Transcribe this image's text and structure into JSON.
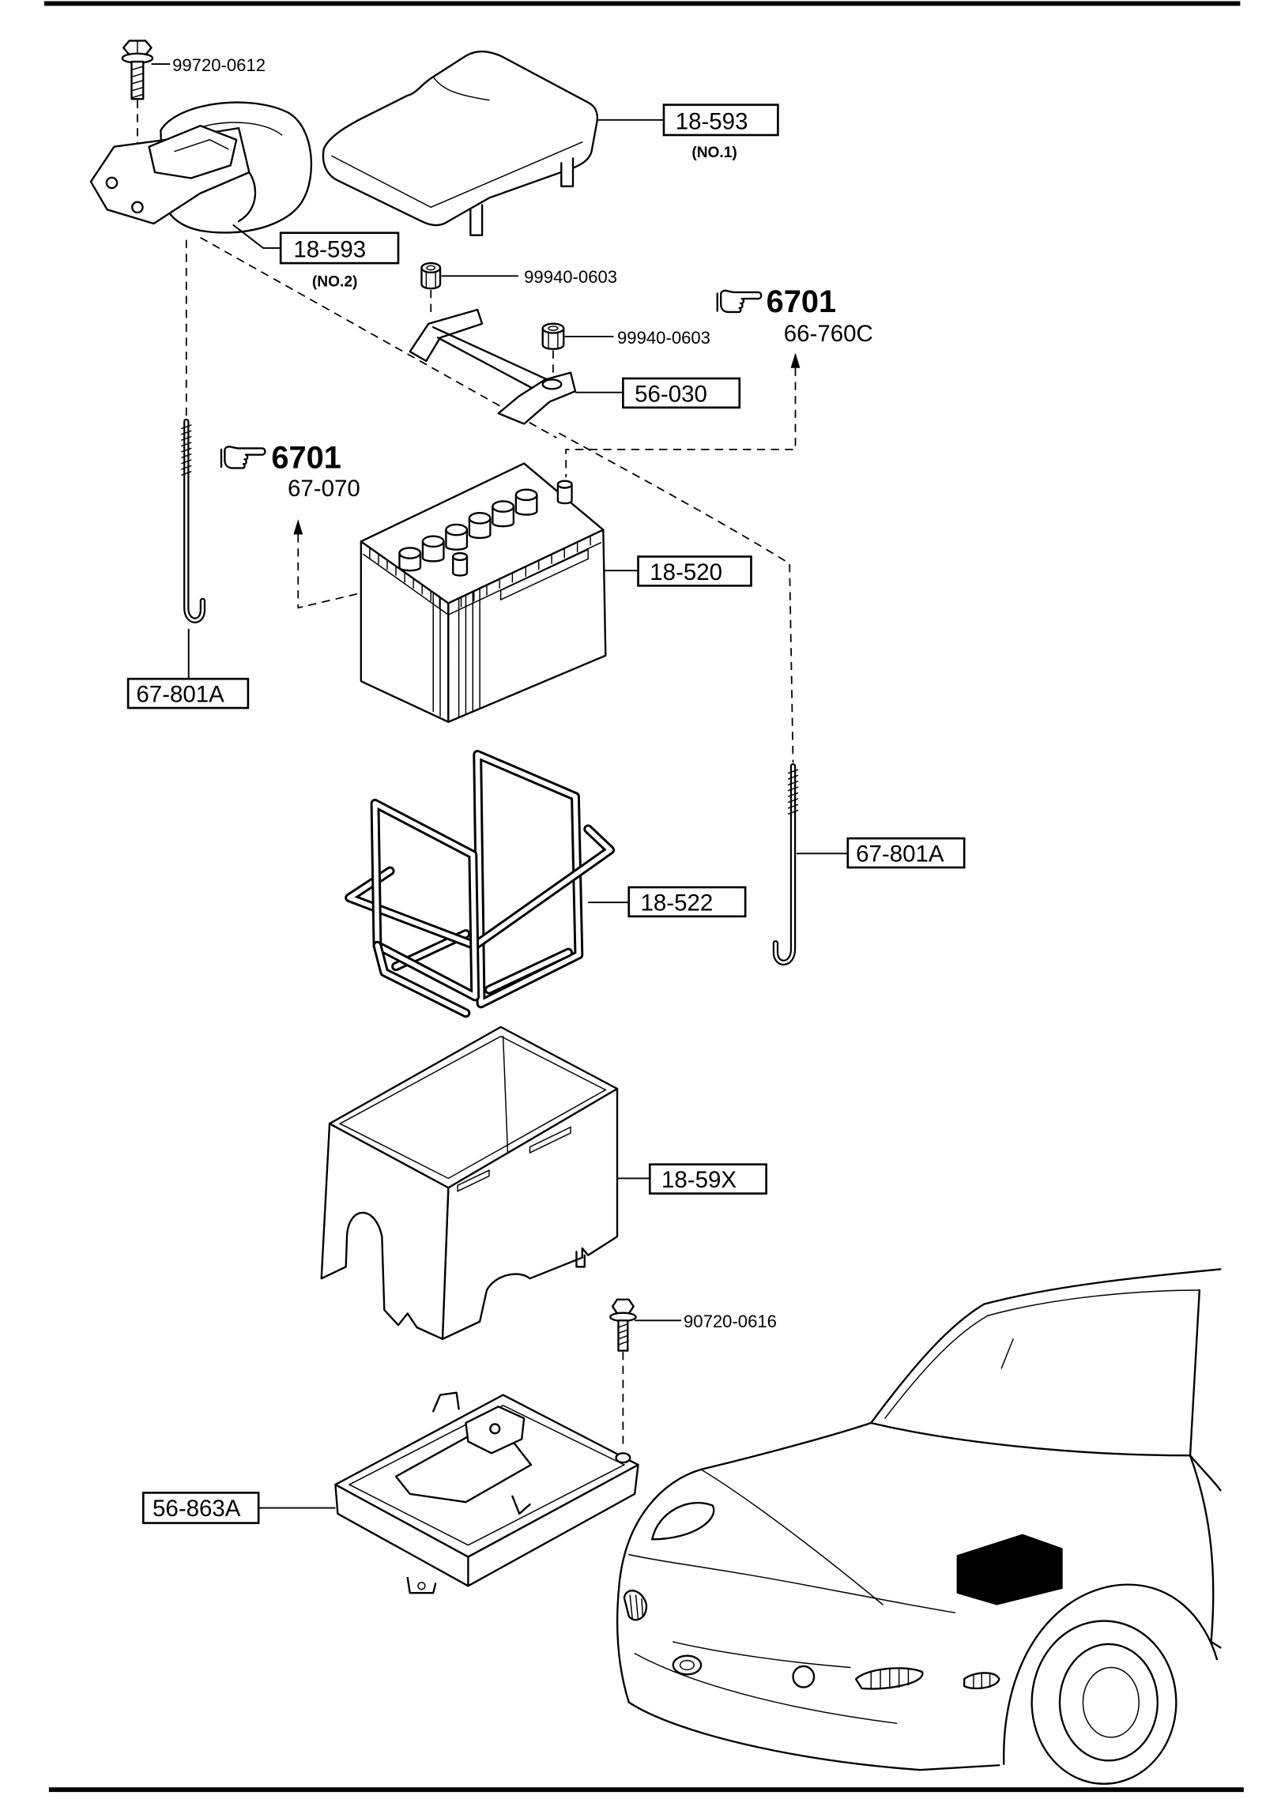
{
  "callouts": {
    "bolt_top": "99720-0612",
    "cover_no1": {
      "part": "18-593",
      "note": "(NO.1)"
    },
    "cover_no2": {
      "part": "18-593",
      "note": "(NO.2)"
    },
    "nut_upper": "99940-0603",
    "nut_lower": "99940-0603",
    "hold_down_bracket": "56-030",
    "battery": "18-520",
    "rod_left": "67-801A",
    "rod_right": "67-801A",
    "battery_clamp": "18-522",
    "battery_box": "18-59X",
    "bolt_bottom": "90720-0616",
    "battery_tray": "56-863A"
  },
  "references": [
    {
      "icon": "pointing-hand-icon",
      "group": "6701",
      "ref": "66-760C"
    },
    {
      "icon": "pointing-hand-icon",
      "group": "6701",
      "ref": "67-070"
    }
  ],
  "colors": {
    "line": "#000000",
    "background": "#ffffff",
    "battery_location_marker": "#000000"
  }
}
